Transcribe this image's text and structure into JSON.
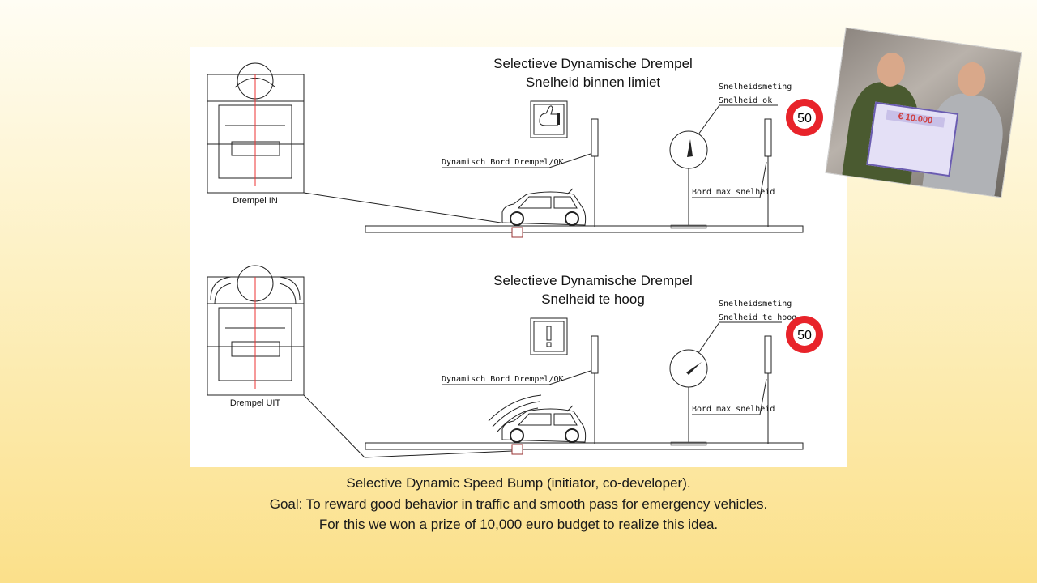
{
  "diagram": {
    "top": {
      "title_line1": "Selectieve Dynamische Drempel",
      "title_line2": "Snelheid binnen limiet",
      "sign_label": "Dynamisch Bord Drempel/OK",
      "meter_label1": "Snelheidsmeting",
      "meter_label2": "Snelheid ok",
      "speed_sign": "50",
      "max_sign_label": "Bord max snelheid",
      "detail_label": "Drempel IN",
      "sign_icon": "thumbs-up-icon"
    },
    "bottom": {
      "title_line1": "Selectieve Dynamische Drempel",
      "title_line2": "Snelheid te hoog",
      "sign_label": "Dynamisch Bord Drempel/OK",
      "meter_label1": "Snelheidsmeting",
      "meter_label2": "Snelheid te hoog",
      "speed_sign": "50",
      "max_sign_label": "Bord max snelheid",
      "detail_label": "Drempel UIT",
      "sign_icon": "exclamation-icon"
    }
  },
  "photo": {
    "cheque_amount": "€ 10.000"
  },
  "caption": {
    "line1": "Selective Dynamic Speed Bump (initiator, co-developer).",
    "line2": "Goal: To reward good behavior in traffic and smooth pass for emergency vehicles.",
    "line3": "For this we won a prize of 10,000 euro budget to realize this idea."
  },
  "colors": {
    "sign_red": "#e8232a",
    "background_top": "#fffdf4",
    "background_bottom": "#fbe08a"
  }
}
